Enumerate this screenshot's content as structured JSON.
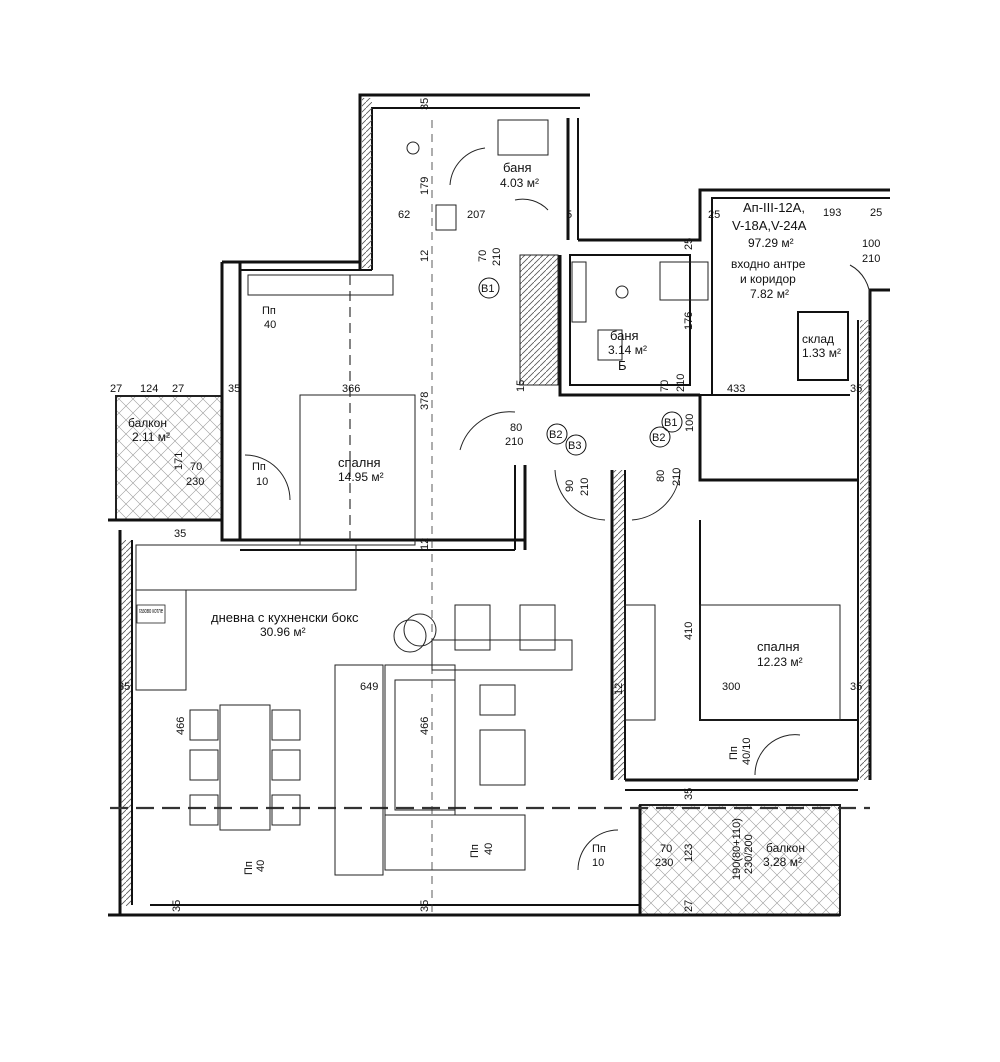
{
  "apartment": {
    "code_line1": "Ап-III-12А,",
    "code_line2": "V-18A,V-24A",
    "total_area": "97.29 м²"
  },
  "rooms": {
    "bath1_name": "баня",
    "bath1_area": "4.03 м²",
    "bath2_name": "баня",
    "bath2_area": "3.14 м²",
    "entrance_name_line1": "входно антре",
    "entrance_name_line2": "и коридор",
    "entrance_area": "7.82 м²",
    "storage_name": "склад",
    "storage_area": "1.33 м²",
    "balcony1_name": "балкон",
    "balcony1_area": "2.11 м²",
    "bedroom1_name": "спалня",
    "bedroom1_area": "14.95 м²",
    "living_name": "дневна с кухненски бокс",
    "living_area": "30.96 м²",
    "bedroom2_name": "спалня",
    "bedroom2_area": "12.23 м²",
    "balcony2_name": "балкон",
    "balcony2_area": "3.28 м²"
  },
  "labels": {
    "b_mark": "Б",
    "boiler": "газово котле"
  },
  "tags": {
    "b1": "В1",
    "b1b": "В1",
    "b2": "В2",
    "b2b": "В2",
    "b3": "В3"
  },
  "dims": {
    "d35_top": "35",
    "d62": "62",
    "d179": "179",
    "d207": "207",
    "d5": "5",
    "d25a": "25",
    "d193": "193",
    "d25b": "25",
    "d100": "100",
    "d210a": "210",
    "d70a": "70",
    "d210b": "210",
    "d12a": "12",
    "d25c": "25",
    "d176": "176",
    "pp1": "Пп",
    "pp1v": "40",
    "d124": "124",
    "d27a": "27",
    "d27b": "27",
    "d35a": "35",
    "d366": "366",
    "d378": "378",
    "d15": "15",
    "d70b": "70",
    "d210c": "210",
    "d433": "433",
    "d35b": "35",
    "d80a": "80",
    "d210d": "210",
    "d100b": "100",
    "d171": "171",
    "d70c": "70",
    "d230a": "230",
    "pp2": "Пп",
    "pp2v": "10",
    "d90": "90",
    "d210e": "210",
    "d80b": "80",
    "d210f": "210",
    "d12b": "12",
    "d35c": "35",
    "d410": "410",
    "d35d": "35",
    "d649": "649",
    "d466a": "466",
    "d466b": "466",
    "d12c": "12",
    "d300": "300",
    "d35e": "35",
    "pp3": "Пп",
    "pp3v": "40/10",
    "d35f": "35",
    "pp4": "Пп",
    "pp4v": "10",
    "d70d": "70",
    "d230b": "230",
    "d123": "123",
    "d190": "190(80+110)",
    "d230c": "230/200",
    "pp5": "Пп",
    "pp5v": "40",
    "pp6": "Пп",
    "pp6v": "40",
    "d35g": "35",
    "d35h": "35",
    "d27c": "27"
  }
}
